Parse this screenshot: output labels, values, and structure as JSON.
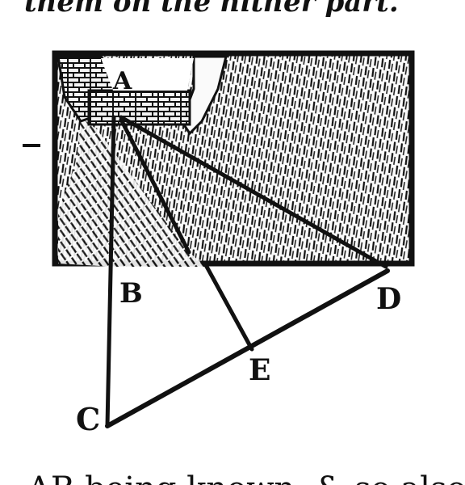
{
  "header_text": "them on the hither part.",
  "footer_text": "AB being known, & so also",
  "points": {
    "A": "A",
    "B": "B",
    "C": "C",
    "D": "D",
    "E": "E"
  }
}
